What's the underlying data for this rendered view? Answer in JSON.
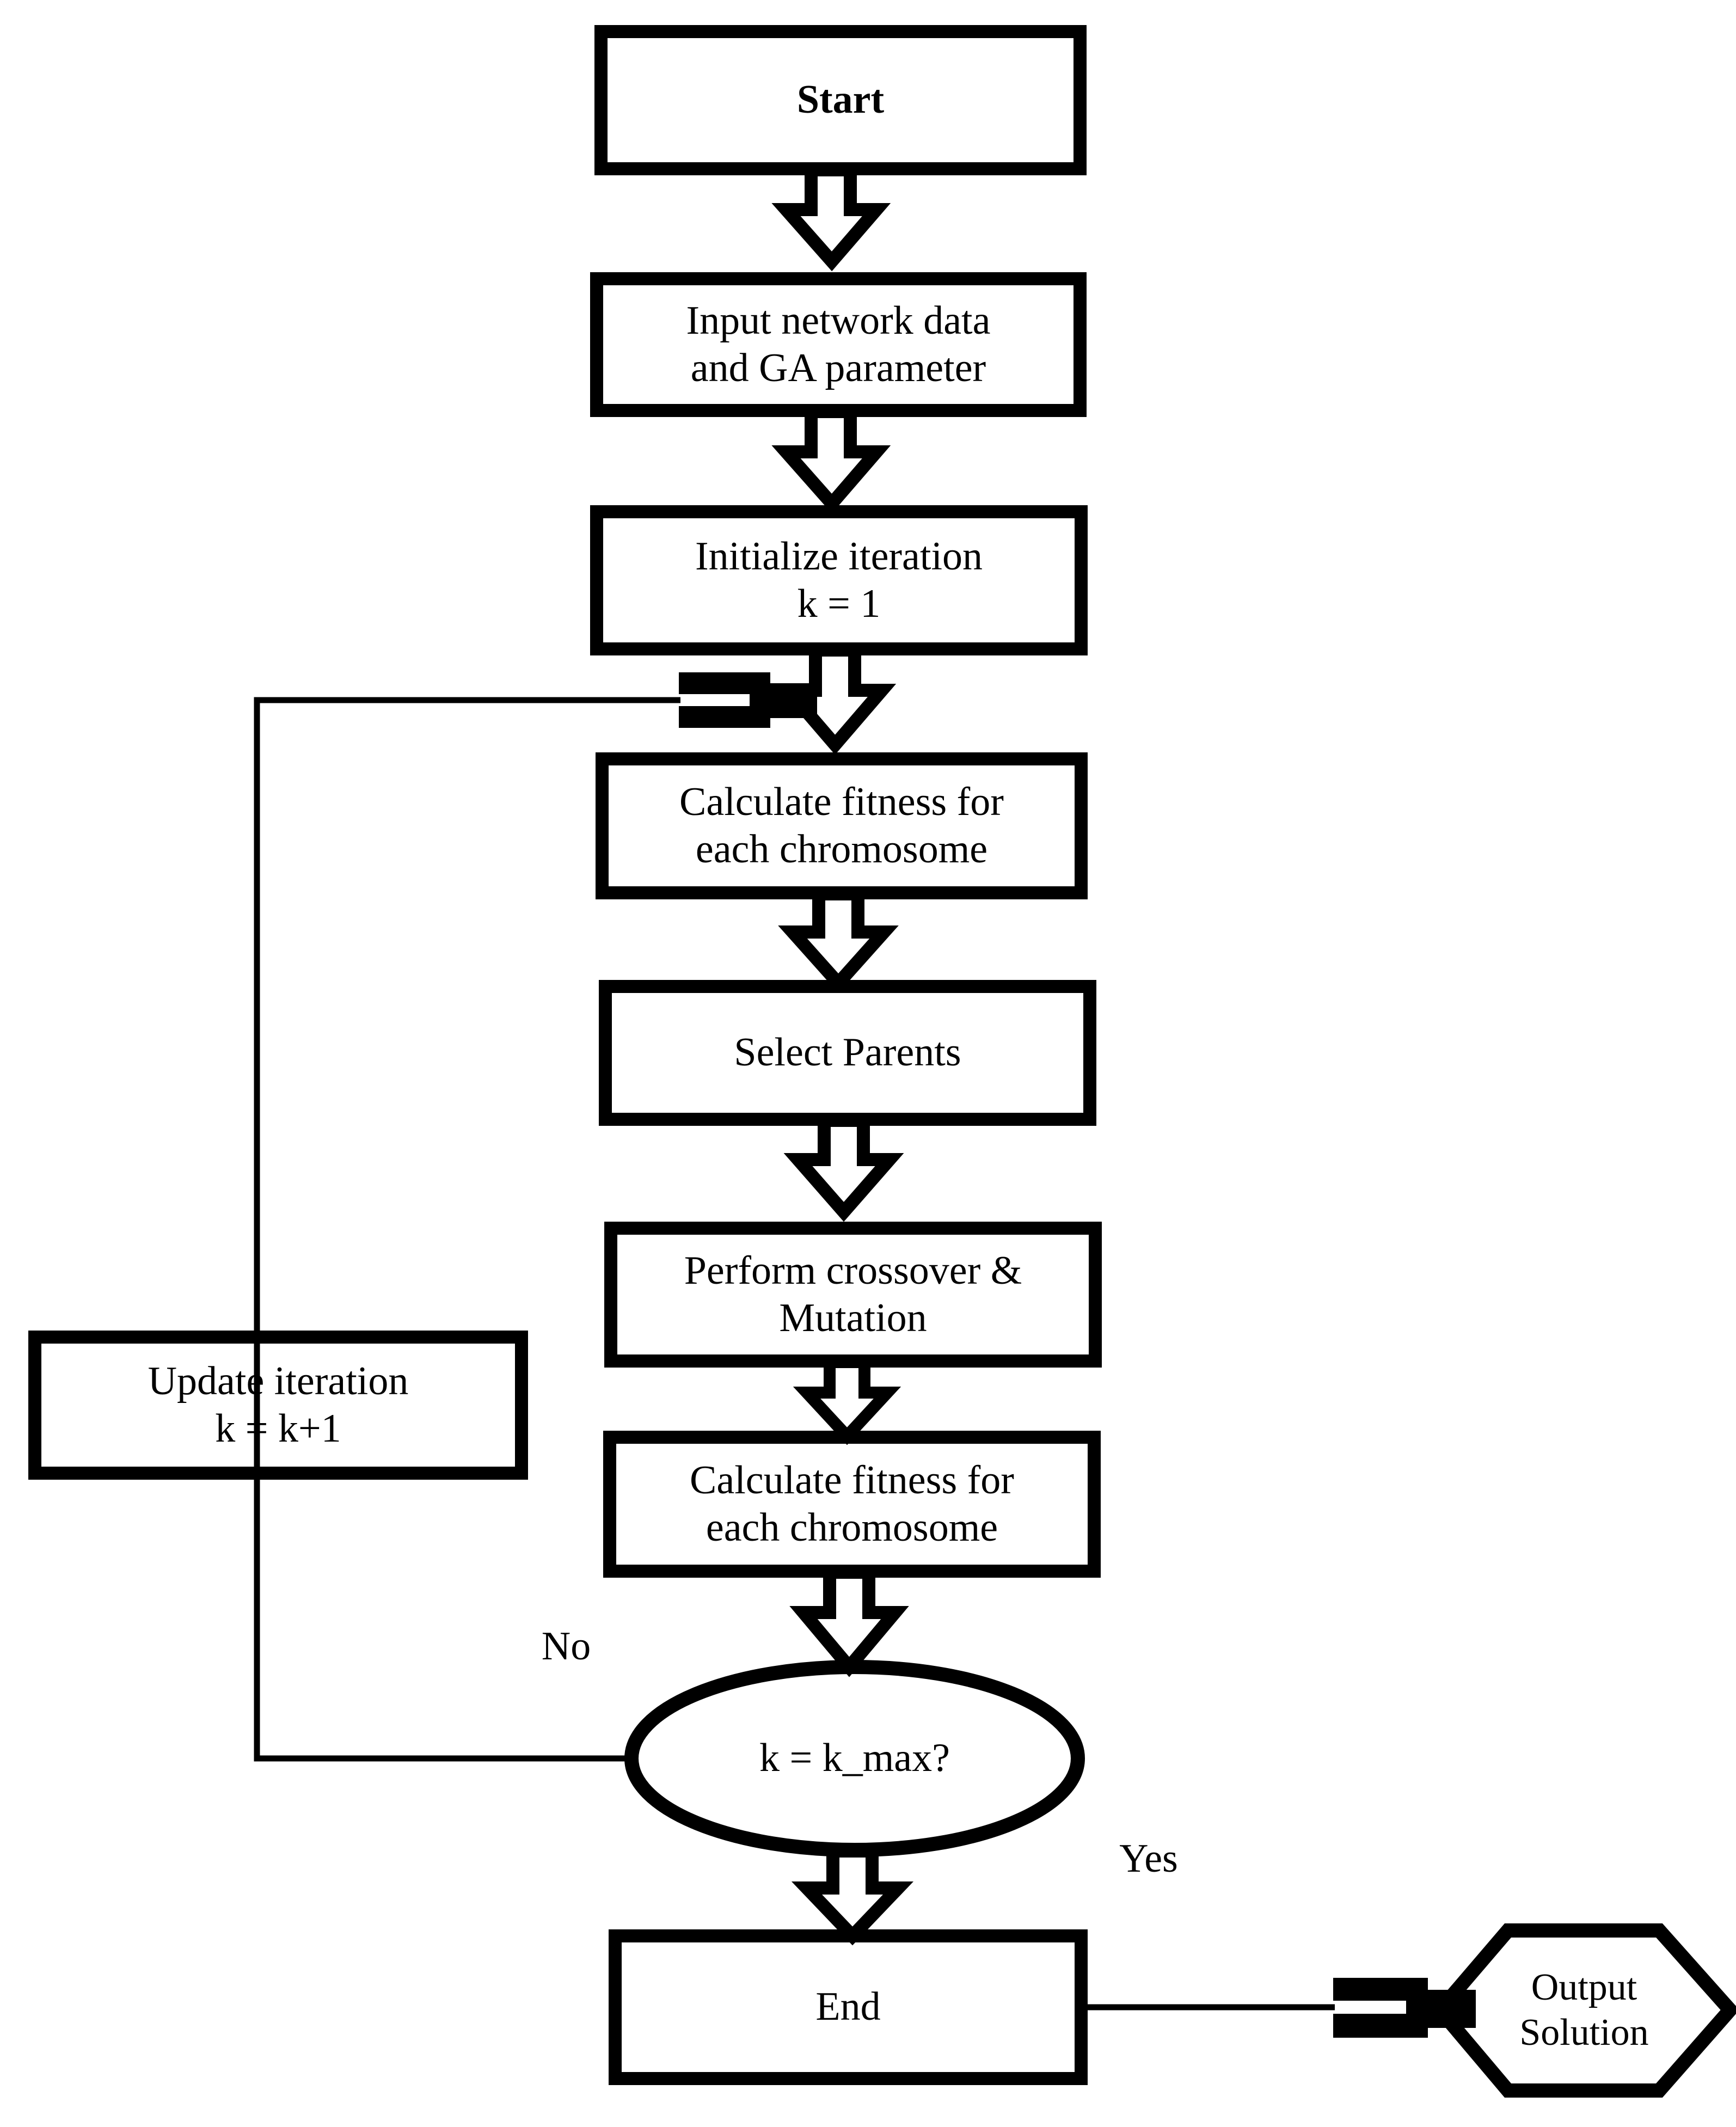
{
  "diagram": {
    "title": "Genetic Algorithm Flowchart",
    "colors": {
      "stroke": "#000000",
      "fill": "#ffffff",
      "text": "#000000"
    },
    "nodes": {
      "start": {
        "label": "Start",
        "shape": "rectangle"
      },
      "input": {
        "label": "Input network data\nand GA parameter",
        "shape": "rectangle"
      },
      "initialize": {
        "label": "Initialize iteration\nk = 1",
        "shape": "rectangle"
      },
      "fitness1": {
        "label": "Calculate fitness for\neach chromosome",
        "shape": "rectangle"
      },
      "select": {
        "label": "Select Parents",
        "shape": "rectangle"
      },
      "crossover": {
        "label": "Perform crossover &\nMutation",
        "shape": "rectangle"
      },
      "fitness2": {
        "label": "Calculate fitness for\neach chromosome",
        "shape": "rectangle"
      },
      "decision": {
        "label": "k = k_max?",
        "shape": "ellipse"
      },
      "end": {
        "label": "End",
        "shape": "rectangle"
      },
      "update": {
        "label": "Update iteration\nk = k+1",
        "shape": "rectangle"
      },
      "output": {
        "label": "Output\nSolution",
        "shape": "hexagon"
      }
    },
    "edge_labels": {
      "no": "No",
      "yes": "Yes"
    }
  }
}
